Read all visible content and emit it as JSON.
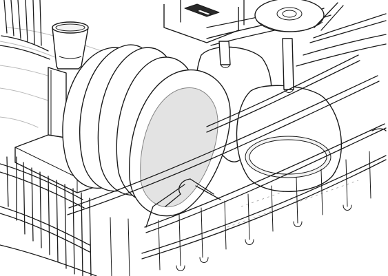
{
  "scene": {
    "subject": "dishwasher-rack-loading",
    "items": [
      "plates",
      "tumbler",
      "wine-glasses",
      "rack-wires",
      "fold-down-tine"
    ],
    "colors": {
      "line": "#1a1a1a",
      "plate_fill": "#ffffff",
      "plate_shade": "#e3e3e3",
      "glass_shade": "#eeeeee",
      "background": "#ffffff"
    }
  }
}
